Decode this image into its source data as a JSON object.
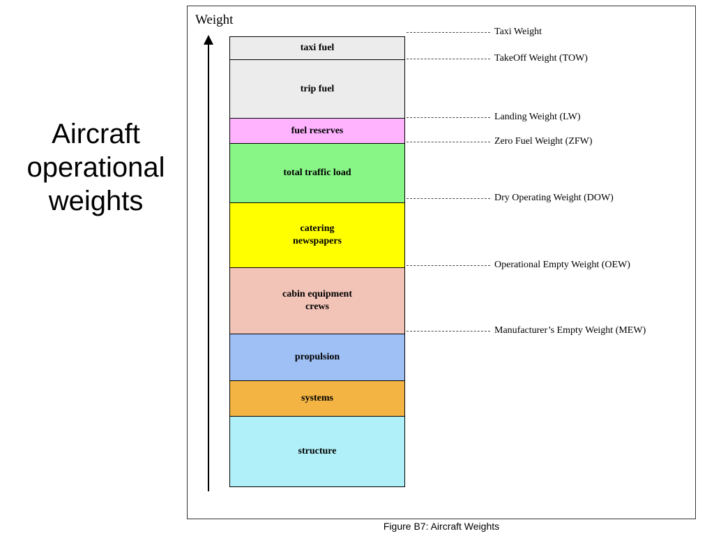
{
  "slide_title": [
    "Aircraft",
    "operational",
    "weights"
  ],
  "diagram": {
    "axis_label": "Weight",
    "blocks": [
      {
        "lines": [
          "taxi fuel"
        ],
        "color": "#ececec"
      },
      {
        "lines": [
          "trip fuel"
        ],
        "color": "#ececec"
      },
      {
        "lines": [
          "fuel reserves"
        ],
        "color": "#ffb3ff"
      },
      {
        "lines": [
          "total traffic load"
        ],
        "color": "#88f587"
      },
      {
        "lines": [
          "catering",
          "newspapers"
        ],
        "color": "#ffff00"
      },
      {
        "lines": [
          "cabin equipment",
          "crews"
        ],
        "color": "#f2c4b8"
      },
      {
        "lines": [
          "propulsion"
        ],
        "color": "#9fc0f4"
      },
      {
        "lines": [
          "systems"
        ],
        "color": "#f4b444"
      },
      {
        "lines": [
          "structure"
        ],
        "color": "#b0f0f8"
      }
    ],
    "weights": [
      "Taxi Weight",
      "TakeOff Weight (TOW)",
      "Landing Weight (LW)",
      "Zero Fuel Weight (ZFW)",
      "Dry Operating Weight (DOW)",
      "Operational Empty Weight (OEW)",
      "Manufacturer’s Empty Weight (MEW)"
    ]
  },
  "caption": "Figure B7: Aircraft Weights"
}
